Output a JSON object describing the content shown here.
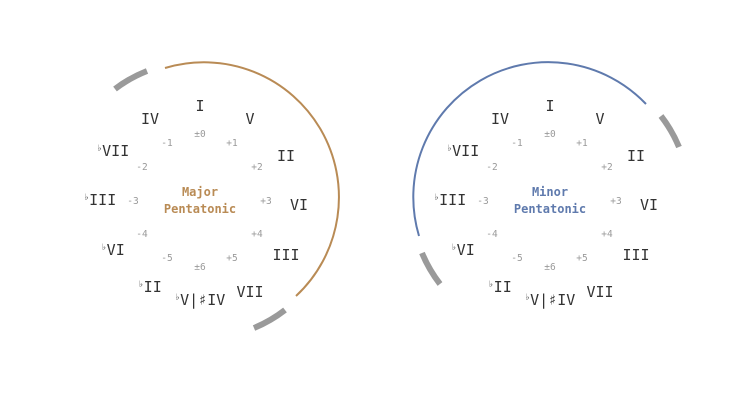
{
  "colors": {
    "major": "#b98b55",
    "minor": "#5f7aad",
    "dash": "#9a9a9a",
    "numeral": "#333333",
    "offset": "#9a9a9a"
  },
  "positions": [
    {
      "flat": "",
      "numeral": "I",
      "offset": "±0"
    },
    {
      "flat": "",
      "numeral": "V",
      "offset": "+1"
    },
    {
      "flat": "",
      "numeral": "II",
      "offset": "+2"
    },
    {
      "flat": "",
      "numeral": "VI",
      "offset": "+3"
    },
    {
      "flat": "",
      "numeral": "III",
      "offset": "+4"
    },
    {
      "flat": "",
      "numeral": "VII",
      "offset": "+5"
    },
    {
      "flat": "♭",
      "numeral": "V|♯IV",
      "offset": "±6"
    },
    {
      "flat": "♭",
      "numeral": "II",
      "offset": "-5"
    },
    {
      "flat": "♭",
      "numeral": "VI",
      "offset": "-4"
    },
    {
      "flat": "♭",
      "numeral": "III",
      "offset": "-3"
    },
    {
      "flat": "♭",
      "numeral": "VII",
      "offset": "-2"
    },
    {
      "flat": "",
      "numeral": "IV",
      "offset": "-1"
    }
  ],
  "circles": [
    {
      "id": "major",
      "title_line1": "Major",
      "title_line2": "Pentatonic",
      "color_key": "major"
    },
    {
      "id": "minor",
      "title_line1": "Minor",
      "title_line2": "Pentatonic",
      "color_key": "minor"
    }
  ]
}
